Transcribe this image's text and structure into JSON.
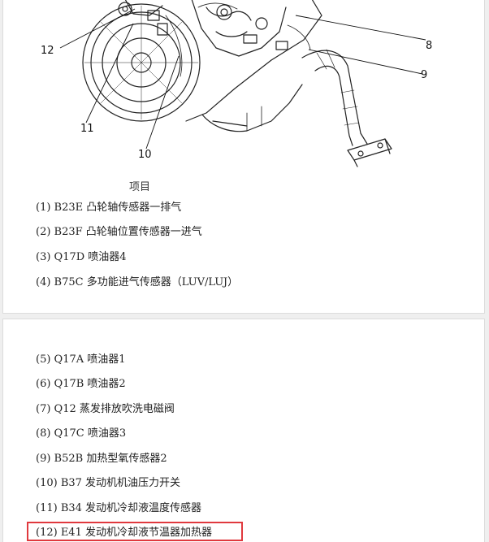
{
  "diagram": {
    "callouts": [
      "12",
      "11",
      "10",
      "8",
      "9"
    ]
  },
  "section_title": "项目",
  "top_items": [
    "(1) B23E 凸轮轴传感器一排气",
    "(2) B23F 凸轮轴位置传感器一进气",
    "(3) Q17D 喷油器4",
    "(4) B75C 多功能进气传感器（LUV/LUJ）"
  ],
  "bottom_items": [
    "(5) Q17A 喷油器1",
    "(6) Q17B 喷油器2",
    "(7) Q12 蒸发排放吹洗电磁阀",
    "(8) Q17C 喷油器3",
    "(9) B52B 加热型氧传感器2",
    "(10) B37 发动机机油压力开关",
    "(11) B34 发动机冷却液温度传感器",
    "(12) E41 发动机冷却液节温器加热器"
  ],
  "colors": {
    "highlight_border": "#e0393e",
    "card_background": "#ffffff",
    "page_background": "#efefef"
  }
}
